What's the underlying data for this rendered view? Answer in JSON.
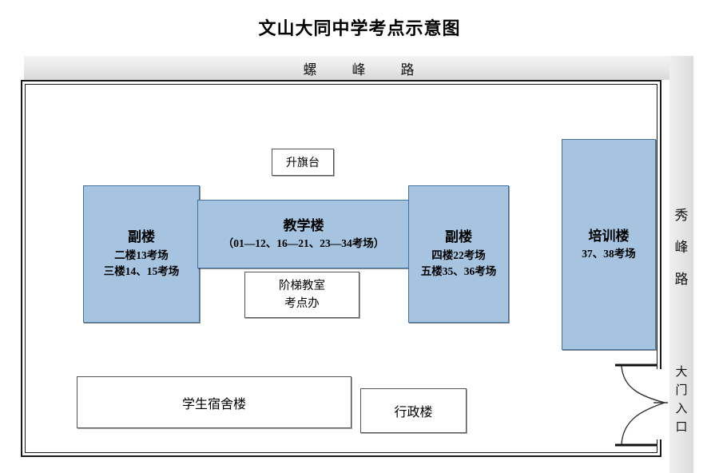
{
  "page": {
    "title": "文山大同中学考点示意图"
  },
  "roads": {
    "top": {
      "name": "top-road",
      "label": "螺峰路",
      "chars": [
        "螺",
        "峰",
        "路"
      ]
    },
    "right": {
      "name": "right-road",
      "label": "秀峰路",
      "chars": [
        "秀",
        "峰",
        "路"
      ]
    }
  },
  "gate": {
    "label": "大门入口",
    "chars": [
      "大",
      "门",
      "入",
      "口"
    ]
  },
  "buildings": [
    {
      "id": "bldg-left",
      "name": "副楼",
      "lines": [
        "二楼13考场",
        "三楼14、15考场"
      ],
      "fill": "#a6c3df"
    },
    {
      "id": "bldg-teach",
      "name": "教学楼",
      "lines": [
        "（01—12、16—21、23—34考场）"
      ],
      "fill": "#a6c3df"
    },
    {
      "id": "bldg-right",
      "name": "副楼",
      "lines": [
        "四楼22考场",
        "五楼35、36考场"
      ],
      "fill": "#a6c3df"
    },
    {
      "id": "bldg-train",
      "name": "培训楼",
      "lines": [
        "37、38考场"
      ],
      "fill": "#a6c3df"
    }
  ],
  "boxes": [
    {
      "id": "box-flag",
      "lines": [
        "升旗台"
      ]
    },
    {
      "id": "box-step",
      "lines": [
        "阶梯教室",
        "考点办"
      ]
    },
    {
      "id": "box-dorm",
      "lines": [
        "学生宿舍楼"
      ]
    },
    {
      "id": "box-admin",
      "lines": [
        "行政楼"
      ]
    }
  ],
  "colors": {
    "building_fill": "#a6c3df",
    "building_stroke": "#41719c",
    "wall_stroke": "#1a1a1a",
    "road_fill": "#e6e6e6",
    "text": "#000000"
  }
}
